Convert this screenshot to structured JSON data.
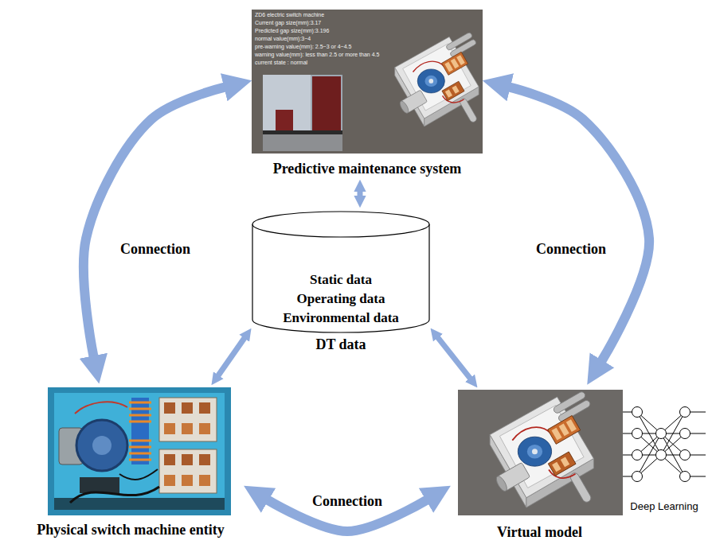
{
  "diagram": {
    "nodes": [
      {
        "text": [
          "Predictive maintenance system",
          "ZD6 electric switch machine",
          "Current gap size(mm):3.17",
          "Predicted gap size(mm):3.196",
          "normal value(mm):3~4",
          "pre-warning value(mm): 2.5~3 or 4~4.5",
          "warning value(mm): less than 2.5 or more than 4.5",
          "current state : normal"
        ]
      },
      {
        "text": [
          "Static data",
          "Operating data",
          "Environmental data",
          "DT data"
        ]
      },
      {
        "text": [
          "Physical switch machine entity"
        ]
      },
      {
        "text": [
          "Virtual model"
        ]
      }
    ],
    "edges": [
      {
        "from": 0,
        "to": 2,
        "arrow": "both",
        "label": "Connection"
      },
      {
        "from": 0,
        "to": 3,
        "arrow": "both",
        "label": "Connection"
      },
      {
        "from": 2,
        "to": 3,
        "arrow": "both",
        "label": "Connection"
      },
      {
        "from": 1,
        "to": 0,
        "arrow": "both"
      },
      {
        "from": 1,
        "to": 2,
        "arrow": "both"
      },
      {
        "from": 1,
        "to": 3,
        "arrow": "both"
      }
    ],
    "labels": [
      "Deep Learning"
    ]
  }
}
